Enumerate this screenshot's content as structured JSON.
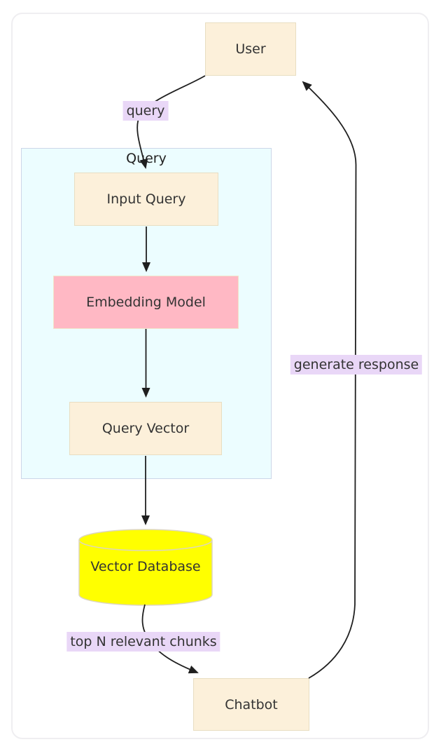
{
  "nodes": {
    "user": {
      "label": "User"
    },
    "input_query": {
      "label": "Input Query"
    },
    "embedding_model": {
      "label": "Embedding Model"
    },
    "query_vector": {
      "label": "Query Vector"
    },
    "vector_database": {
      "label": "Vector Database"
    },
    "chatbot": {
      "label": "Chatbot"
    }
  },
  "subgraph": {
    "title": "Query"
  },
  "edges": [
    {
      "from": "User",
      "to": "Input Query",
      "label": "query"
    },
    {
      "from": "Input Query",
      "to": "Embedding Model",
      "label": ""
    },
    {
      "from": "Embedding Model",
      "to": "Query Vector",
      "label": ""
    },
    {
      "from": "Query Vector",
      "to": "Vector Database",
      "label": ""
    },
    {
      "from": "Vector Database",
      "to": "Chatbot",
      "label": "top N relevant chunks"
    },
    {
      "from": "Chatbot",
      "to": "User",
      "label": "generate response"
    }
  ],
  "colors": {
    "node_fill_cream": "#fcf0da",
    "node_fill_pink": "#ffb8c4",
    "node_fill_yellow": "#ffff00",
    "node_stroke": "#e8dec2",
    "subgraph_fill": "#ecfdff",
    "subgraph_stroke": "#ccd6e8",
    "edge_label_bg": "#e9d7f7",
    "edge_stroke": "#1f1f1f",
    "text": "#333333",
    "card_border": "#efeef1"
  }
}
